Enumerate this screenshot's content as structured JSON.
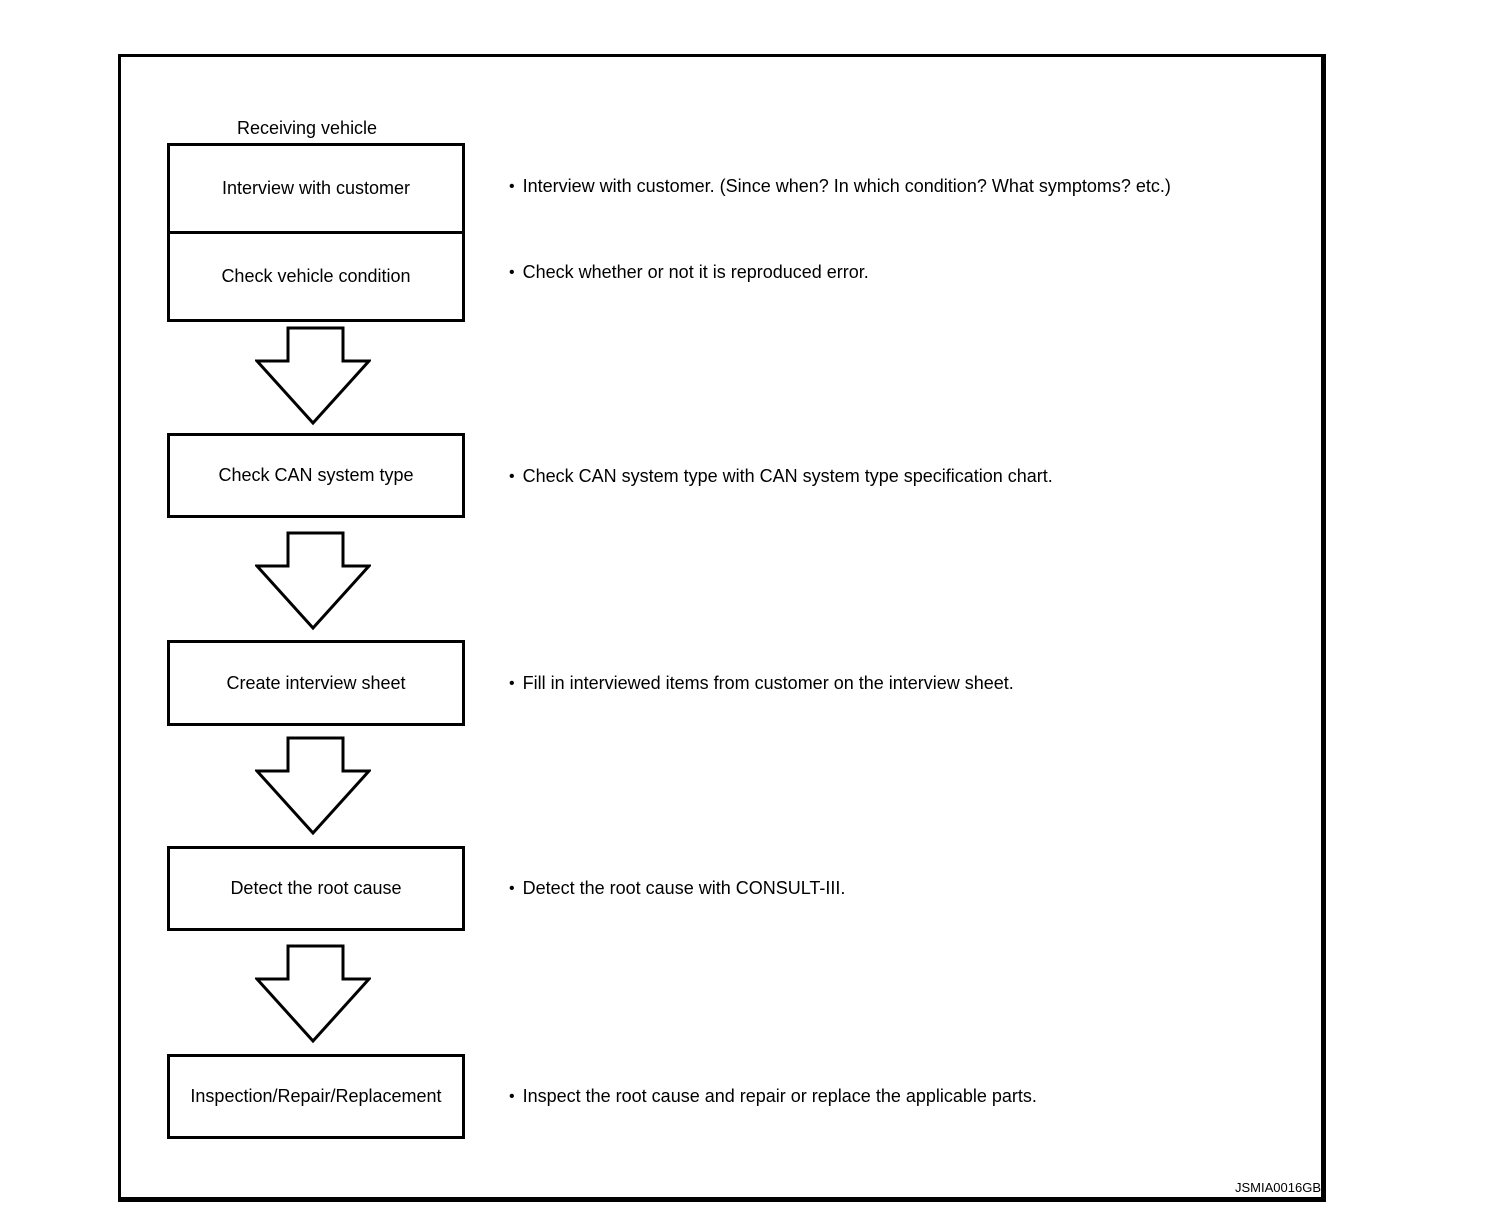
{
  "diagram": {
    "title_label": "Receiving vehicle",
    "bullet_char": "•",
    "figure_code": "JSMIA0016GB",
    "colors": {
      "line": "#000000",
      "background": "#ffffff"
    },
    "steps": [
      {
        "box": "Interview with customer",
        "note": "Interview with customer. (Since when? In which condition? What symptoms? etc.)"
      },
      {
        "box": "Check vehicle condition",
        "note": "Check whether or not it is reproduced error."
      },
      {
        "box": "Check CAN system type",
        "note": "Check CAN system type with CAN system type specification chart."
      },
      {
        "box": "Create interview sheet",
        "note": "Fill in interviewed items from customer on the interview sheet."
      },
      {
        "box": "Detect the root cause",
        "note": "Detect the root cause with CONSULT-III."
      },
      {
        "box": "Inspection/Repair/Replacement",
        "note": "Inspect the root cause and repair or replace the applicable parts."
      }
    ]
  }
}
